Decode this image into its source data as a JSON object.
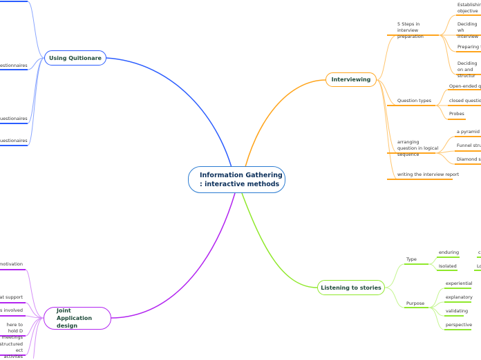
{
  "central": "Information Gathering : interactive methods",
  "colors": {
    "blue": "#2a5cff",
    "orange": "#ffa41b",
    "green": "#8fe82a",
    "purple": "#b224f0"
  },
  "quitionare": {
    "title": "Using Quitionare",
    "children": [
      "estionnaires",
      "uestionaires",
      "uestionaires"
    ]
  },
  "interviewing": {
    "title": "Interviewing",
    "steps": {
      "label": "5 Steps in interview preparation",
      "children": [
        "Establishing objective",
        "Deciding wh interview",
        "Preparing th",
        "Deciding on and structur"
      ]
    },
    "question_types": {
      "label": "Question types",
      "children": [
        "Open-ended que",
        "closed question",
        "Probes"
      ]
    },
    "arranging": {
      "label": "arranging question in logical sequence",
      "children": [
        "a pyramid st",
        "Funnel struct",
        "Diamond sha"
      ]
    },
    "report": "writing the interview report"
  },
  "listening": {
    "title": "Listening to stories",
    "type": {
      "label": "Type",
      "children": [
        {
          "label": "enduring",
          "next": "c"
        },
        {
          "label": "Isolated",
          "next": "Lo"
        }
      ]
    },
    "purpose": {
      "label": "Purpose",
      "children": [
        "experiential",
        "explanatory",
        "validating",
        "perspective"
      ]
    }
  },
  "jad": {
    "title": "Joint Application design",
    "children": [
      "motivation",
      "hat support",
      "o is involved",
      "here to hold D meetings",
      "structured ect activites"
    ]
  }
}
